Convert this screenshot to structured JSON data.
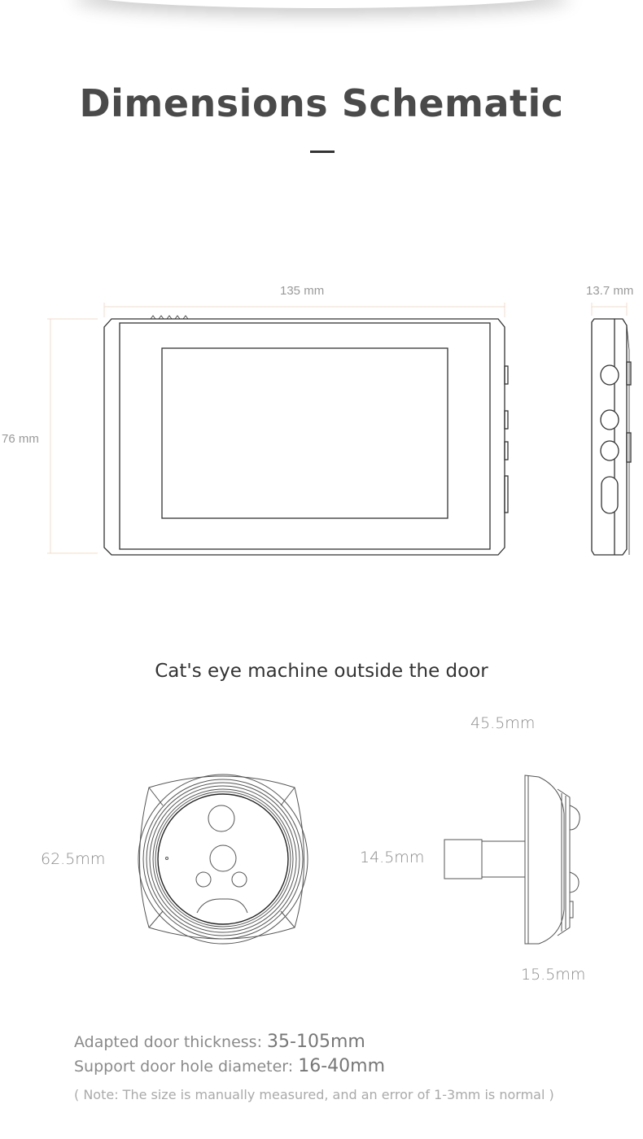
{
  "title": "Dimensions Schematic",
  "monitor": {
    "width": "135 mm",
    "height": "76 mm",
    "depth": "13.7 mm"
  },
  "subtitle": "Cat's eye  machine  outside the door",
  "camera": {
    "depth": "45.5mm",
    "diameter": "62.5mm",
    "barrel": "14.5mm",
    "thickness": "15.5mm"
  },
  "specs": [
    {
      "label": "Adapted door thickness: ",
      "value": "35-105mm"
    },
    {
      "label": "Support door hole diameter: ",
      "value": "16-40mm"
    }
  ],
  "note": "( Note: The size is manually measured, and an error of 1-3mm is normal )",
  "colors": {
    "dimension_line": "#f0dccb",
    "outline": "#333333"
  }
}
